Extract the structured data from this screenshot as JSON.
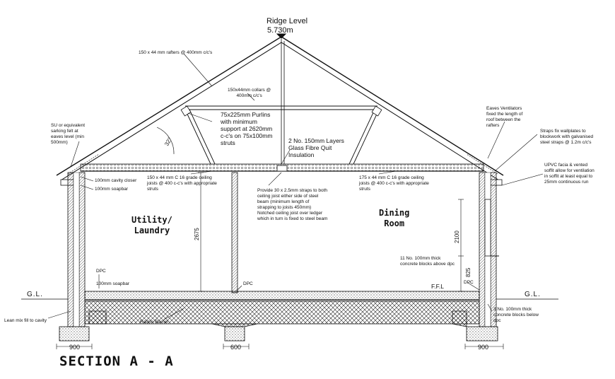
{
  "ridge": {
    "label": "Ridge Level",
    "value": "5.730m"
  },
  "annotations": {
    "rafters": "150 x 44 mm rafters @ 400mm c/c's",
    "collars": "150x44mm collars @\n400mm c/c's",
    "purlins": "75x225mm Purlins\nwith minimum\nsupport at 2620mm\nc-c's on 75x100mm\nstruts",
    "insulation": "2 No. 150mm Layers\nGlass Fibre Quit\nInsulation",
    "sarking": "SU or equivalent\nsarking felt at\neaves level (min\n500mm)",
    "roof_angle": "32°",
    "eaves_vent": "Eaves Ventilators\nfixed the length of\nroof between the\nrafters",
    "straps": "Straps fix wallplates to\nblockwork with galvanised\nsteel straps @ 1.2m c/c's",
    "upvc": "UPVC facia & vented\nsoffit allow for ventilation\nin soffit at least equal to\n25mm continuous run",
    "cavity_closer": "100mm cavity closer",
    "soapbar_top": "100mm soapbar",
    "joists_left": "150 x 44 mm C 16 grade ceiling\njoists @ 400 c-c's with appropriate\nstruts",
    "joists_right": "175 x 44 mm C 16 grade ceiling\njoists @ 400 c-c's with appropriate\nstruts",
    "steel_straps": "Provide 30 x 2.5mm straps to both\nceiling joist either side of steel\nbeam (minimum length of\nstrapping to joists 450mm)\nNotched ceiling joist over ledger\nwhich in turn is fixed to steel beam",
    "dpc_left": "DPC",
    "soapbar_bottom": "100mm soapbar",
    "dpc_mid": "DPC",
    "dpc_right": "DPC",
    "ffl": "F.F.L",
    "blocks_above": "11 No. 100mm thick\nconcrete blocks above dpc",
    "blocks_below": "3 No. 100mm thick\nconcrete blocks below\ndpc",
    "lean_mix": "Lean mix fill to cavity",
    "radon": "Radon Barrier"
  },
  "rooms": {
    "left": "Utility/\nLaundry",
    "right": "Dining\nRoom"
  },
  "ground_level": {
    "left": "G.L.",
    "right": "G.L."
  },
  "dimensions": {
    "ceiling_height": "2675",
    "window_height": "2100",
    "sill_height": "825",
    "footing_left": "900",
    "footing_mid": "600",
    "footing_right": "900"
  },
  "title": "SECTION A - A"
}
